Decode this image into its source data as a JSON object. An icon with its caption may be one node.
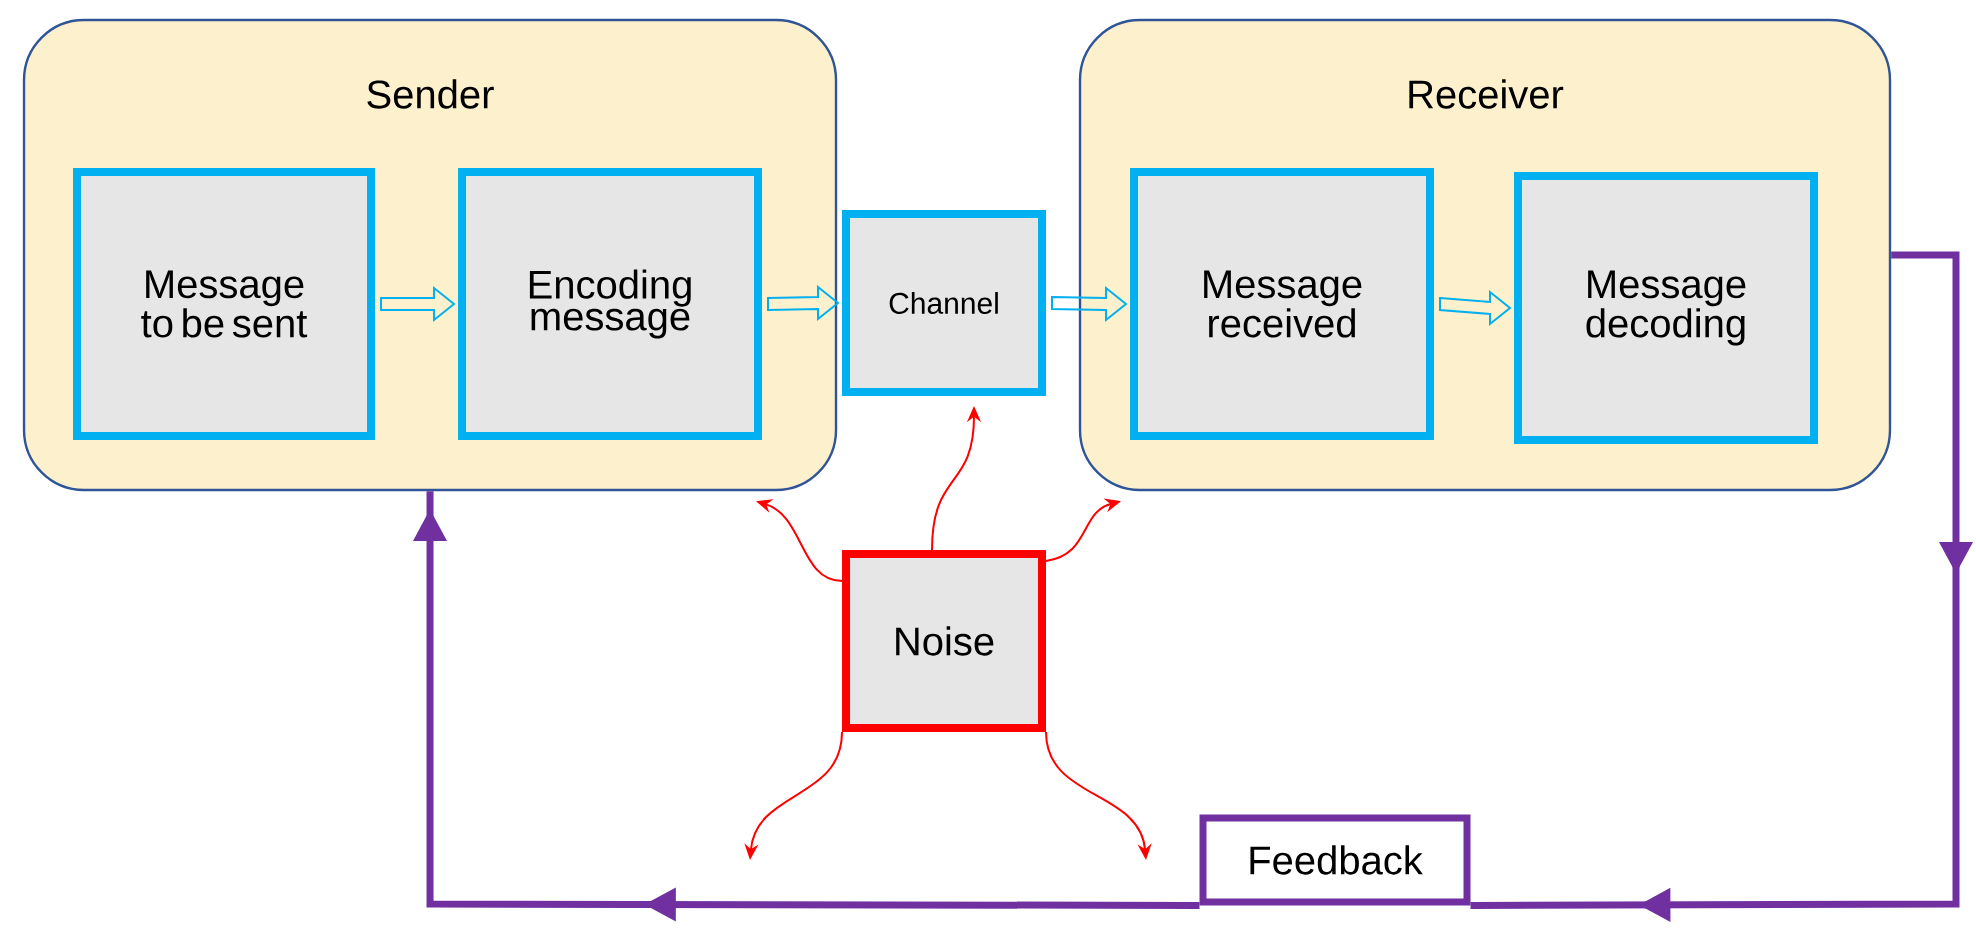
{
  "diagram": {
    "nodes": [
      {
        "text": [
          "Sender"
        ]
      },
      {
        "text": [
          "Message to be sent"
        ],
        "in": 0
      },
      {
        "text": [
          "Encoding message"
        ],
        "in": 0
      },
      {
        "text": [
          "Channel"
        ]
      },
      {
        "text": [
          "Receiver"
        ]
      },
      {
        "text": [
          "Message received"
        ],
        "in": 4
      },
      {
        "text": [
          "Message decoding"
        ],
        "in": 4
      },
      {
        "text": [
          "Noise"
        ]
      },
      {
        "text": [
          "Feedback"
        ]
      }
    ],
    "edges": [
      {
        "from": 1,
        "to": 2,
        "arrow": "to",
        "color": "#00b0f0"
      },
      {
        "from": 2,
        "to": 3,
        "arrow": "to",
        "color": "#00b0f0"
      },
      {
        "from": 3,
        "to": 5,
        "arrow": "to",
        "color": "#00b0f0"
      },
      {
        "from": 5,
        "to": 6,
        "arrow": "to",
        "color": "#00b0f0"
      },
      {
        "from": 4,
        "to": 8,
        "arrow": "to",
        "style": "thick",
        "color": "#7030a0"
      },
      {
        "from": 8,
        "to": 0,
        "arrow": "to",
        "style": "thick",
        "color": "#7030a0"
      },
      {
        "from": 7,
        "to": 0,
        "arrow": "to",
        "color": "#ff0000"
      },
      {
        "from": 7,
        "to": 3,
        "arrow": "to",
        "color": "#ff0000"
      },
      {
        "from": 7,
        "to": 4,
        "arrow": "to",
        "color": "#ff0000"
      },
      {
        "from": 7,
        "to": null,
        "arrow": "to",
        "color": "#ff0000"
      },
      {
        "from": 7,
        "to": null,
        "arrow": "to",
        "color": "#ff0000"
      }
    ]
  }
}
